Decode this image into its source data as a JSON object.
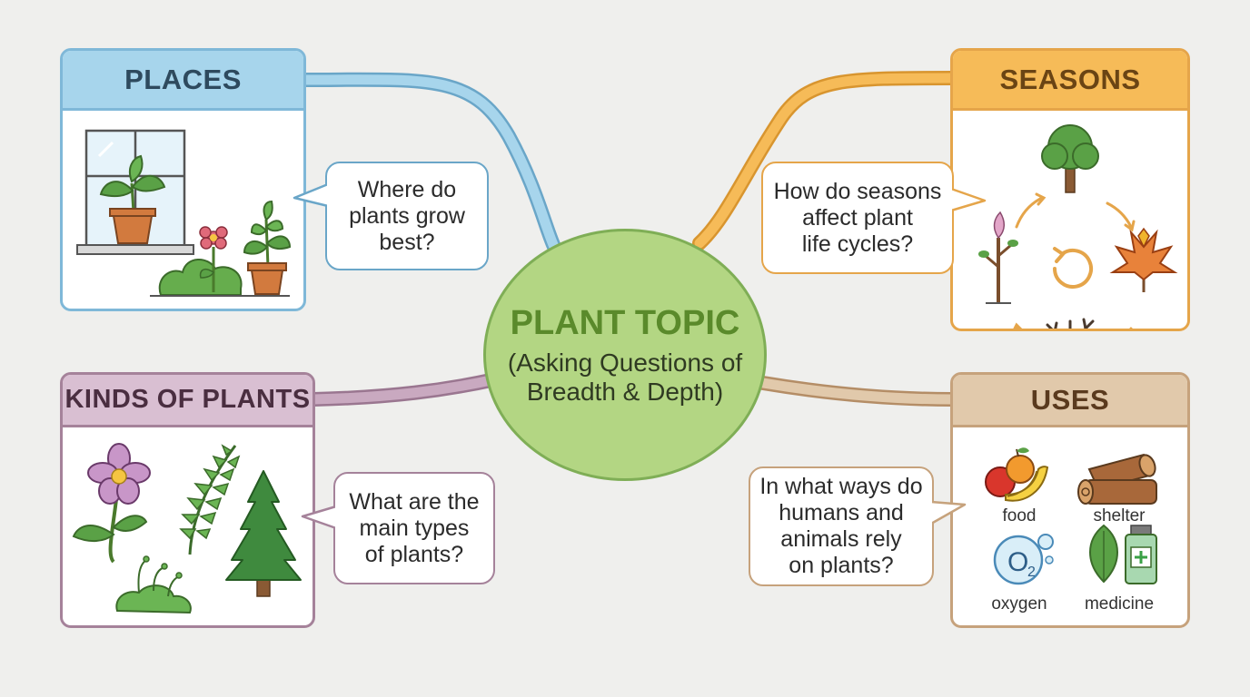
{
  "center": {
    "title": "PLANT TOPIC",
    "subtitle_line1": "(Asking Questions of",
    "subtitle_line2": "Breadth & Depth)"
  },
  "branches": {
    "places": {
      "title": "PLACES",
      "question_lines": [
        "Where do",
        "plants grow",
        "best?"
      ],
      "color": "#7fb8d8",
      "header_color": "#a7d5ec"
    },
    "seasons": {
      "title": "SEASONS",
      "question_lines": [
        "How do seasons",
        "affect plant",
        "life cycles?"
      ],
      "color": "#e5a54a",
      "header_color": "#f6bb58"
    },
    "kinds": {
      "title": "KINDS OF PLANTS",
      "question_lines": [
        "What are the",
        "main types",
        "of plants?"
      ],
      "color": "#a5829a",
      "header_color": "#d9bfd2"
    },
    "uses": {
      "title": "USES",
      "question_lines": [
        "In what ways do",
        "humans and",
        "animals rely",
        "on plants?"
      ],
      "color": "#c6a27c",
      "header_color": "#e1c9ab",
      "items": [
        "food",
        "shelter",
        "oxygen",
        "medicine"
      ]
    }
  },
  "icons": {
    "oxygen_symbol": "O",
    "oxygen_sub": "2"
  }
}
